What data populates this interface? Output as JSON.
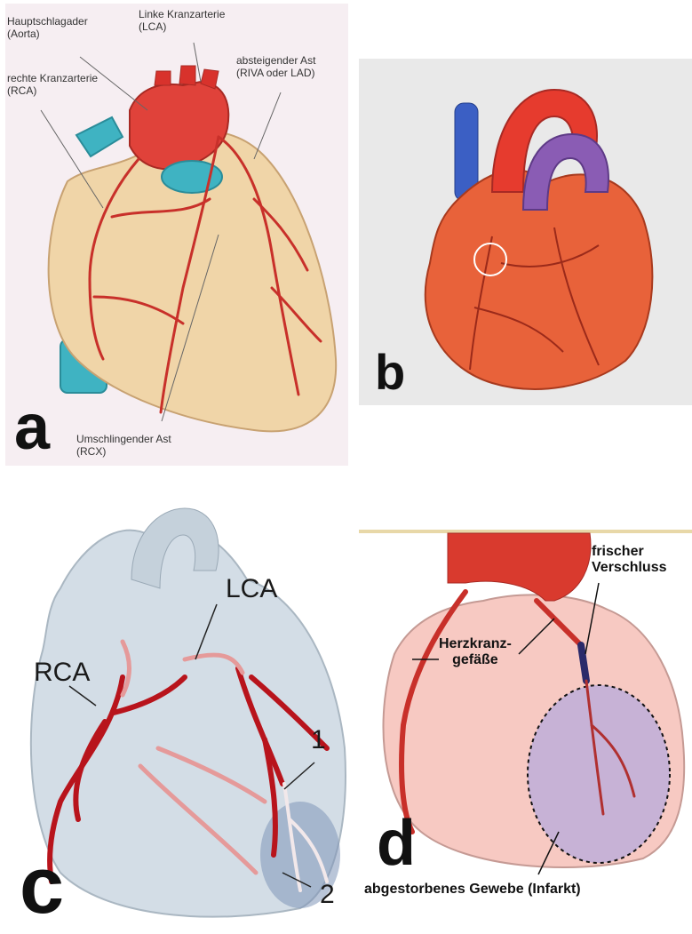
{
  "panel_a": {
    "letter": "a",
    "labels": {
      "aorta_line1": "Hauptschlagader",
      "aorta_line2": "(Aorta)",
      "lca_line1": "Linke Kranzarterie",
      "lca_line2": "(LCA)",
      "riva_line1": "absteigender Ast",
      "riva_line2": "(RIVA oder LAD)",
      "rca_line1": "rechte Kranzarterie",
      "rca_line2": "(RCA)",
      "rcx_line1": "Umschlingender Ast",
      "rcx_line2": "(RCX)"
    }
  },
  "panel_b": {
    "letter": "b"
  },
  "panel_c": {
    "letter": "c",
    "labels": {
      "lca": "LCA",
      "rca": "RCA",
      "marker_1": "1",
      "marker_2": "2"
    }
  },
  "panel_d": {
    "letter": "d",
    "labels": {
      "occlusion_line1": "frischer",
      "occlusion_line2": "Verschluss",
      "vessels_line1": "Herzkranz-",
      "vessels_line2": "gefäße",
      "infarct": "abgestorbenes Gewebe (Infarkt)"
    }
  },
  "colors": {
    "artery_red": "#c8302a",
    "vein_teal": "#3fb3c2",
    "heart_tan": "#f0d5a8",
    "heart_orange": "#e8623a",
    "heart_grey": "#d3dde6",
    "heart_pink": "#f7c9c2",
    "infarct_purple": "#a48ab8"
  }
}
